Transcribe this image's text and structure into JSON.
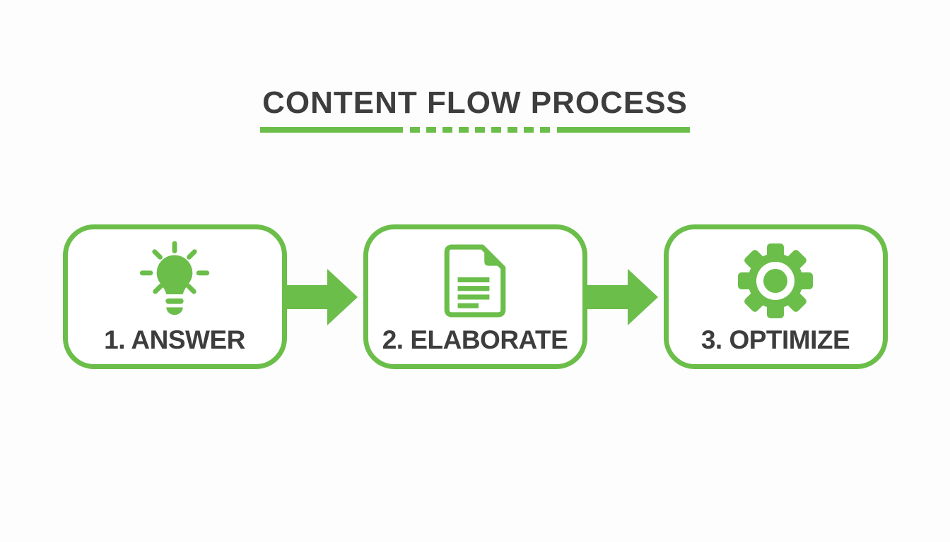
{
  "title": "CONTENT FLOW PROCESS",
  "colors": {
    "green": "#6bbe4a",
    "text": "#3d3d3d",
    "background": "#fdfdfd",
    "box_background": "#ffffff"
  },
  "underline": {
    "style": "solid-dashed-solid",
    "dash_count": 9
  },
  "steps": [
    {
      "label": "1. ANSWER",
      "icon": "lightbulb-icon"
    },
    {
      "label": "2. ELABORATE",
      "icon": "document-icon"
    },
    {
      "label": "3. OPTIMIZE",
      "icon": "gear-icon"
    }
  ],
  "connector": {
    "icon": "flow-arrow-icon",
    "direction": "right"
  }
}
